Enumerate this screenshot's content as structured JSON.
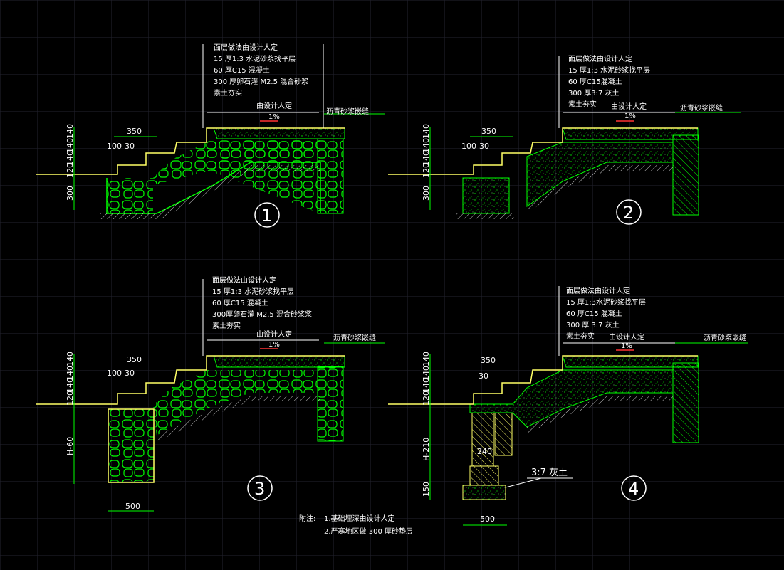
{
  "colors": {
    "background": "#000000",
    "grid": "#2a2a3a",
    "green": "#00ff00",
    "yellow": "#ffff66",
    "white": "#ffffff",
    "red": "#ff3333"
  },
  "details": [
    {
      "id": "1",
      "layers": [
        "面层做法由设计人定",
        "15 厚1:3 水泥砂浆找平层",
        "60 厚C15 混凝土",
        "300  厚卵石灌 M2.5 混合砂浆",
        "素土夯实"
      ],
      "span_label": "由设计人定",
      "slope": "1%",
      "joint_label": "沥青砂浆嵌缝",
      "dims_left": [
        "140",
        "140",
        "140",
        "120",
        "300"
      ],
      "dims_top": [
        "350",
        "100",
        "30"
      ],
      "circle": "1"
    },
    {
      "id": "2",
      "layers": [
        "面层做法由设计人定",
        "15 厚1:3 水泥砂浆找平层",
        "60 厚C15混凝土",
        "300 厚3:7 灰土",
        "素土夯实"
      ],
      "span_label": "由设计人定",
      "slope": "1%",
      "joint_label": "沥青砂浆嵌缝",
      "dims_left": [
        "140",
        "140",
        "140",
        "120",
        "300"
      ],
      "dims_top": [
        "350",
        "100",
        "30"
      ],
      "circle": "2"
    },
    {
      "id": "3",
      "layers": [
        "面层做法由设计人定",
        "15 厚1:3 水泥砂浆找平层",
        "60 厚C15 混凝土",
        "300厚卵石灌 M2.5 混合砂浆浆",
        "素土夯实"
      ],
      "span_label": "由设计人定",
      "slope": "1%",
      "joint_label": "沥青砂浆嵌缝",
      "dims_left": [
        "140",
        "140",
        "140",
        "120",
        "H-60"
      ],
      "dims_top": [
        "350",
        "100",
        "30"
      ],
      "dims_bottom": "500",
      "circle": "3"
    },
    {
      "id": "4",
      "layers": [
        "面层做法由设计人定",
        "15 厚1:3水泥砂浆找平层",
        "60 厚C15 混凝土",
        "300 厚 3:7 灰土",
        "素土夯实"
      ],
      "span_label": "由设计人定",
      "slope": "1%",
      "joint_label": "沥青砂浆嵌缝",
      "dims_left": [
        "140",
        "140",
        "140",
        "120",
        "H-210",
        "150"
      ],
      "dims_top": [
        "350",
        "30"
      ],
      "dims_wall": "240",
      "dims_bottom": "500",
      "callout": "3:7 灰土",
      "circle": "4"
    }
  ],
  "notes": {
    "prefix": "附注:",
    "items": [
      "1.基础埋深由设计人定",
      "2.严寒地区做 300 厚砂垫层"
    ]
  }
}
